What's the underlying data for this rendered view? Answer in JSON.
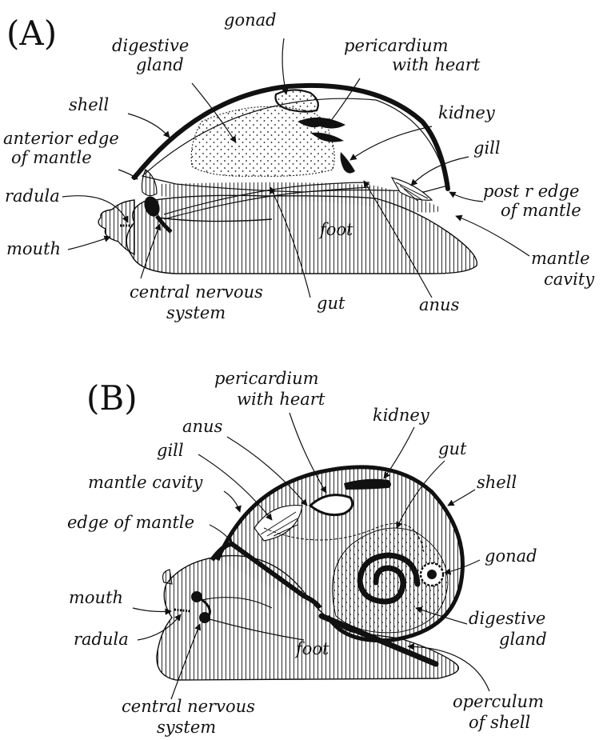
{
  "panel_a": {
    "letter": "(A)",
    "labels": {
      "gonad": "gonad",
      "digestive_gland": [
        "digestive",
        "gland"
      ],
      "pericardium": [
        "pericardium",
        "with heart"
      ],
      "shell": "shell",
      "kidney": "kidney",
      "anterior_edge": [
        "anterior edge",
        "of mantle"
      ],
      "gill": "gill",
      "radula": "radula",
      "post_edge": [
        "post r edge",
        "of mantle"
      ],
      "mouth": "mouth",
      "foot": "foot",
      "mantle_cavity": [
        "mantle",
        "cavity"
      ],
      "cns": [
        "central nervous",
        "system"
      ],
      "gut": "gut",
      "anus": "anus"
    }
  },
  "panel_b": {
    "letter": "(B)",
    "labels": {
      "pericardium": [
        "pericardium",
        "with heart"
      ],
      "anus": "anus",
      "kidney": "kidney",
      "gill": "gill",
      "gut": "gut",
      "mantle_cavity": "mantle cavity",
      "shell": "shell",
      "edge_of_mantle": "edge of mantle",
      "gonad": "gonad",
      "mouth": "mouth",
      "digestive_gland": [
        "digestive",
        "gland"
      ],
      "radula": "radula",
      "foot": "foot",
      "cns": [
        "central nervous",
        "system"
      ],
      "operculum": [
        "operculum",
        "of shell"
      ]
    }
  }
}
